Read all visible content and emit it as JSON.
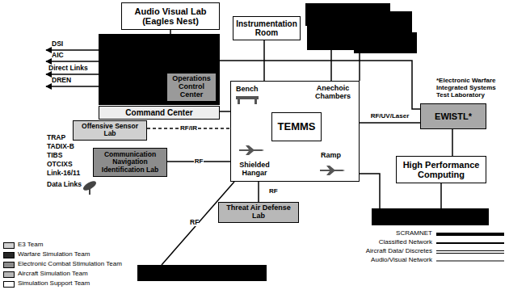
{
  "diagram": {
    "nodes": [
      {
        "text": [
          "Audio Visual Lab (Eagles Nest)"
        ]
      },
      {
        "text": [
          "Instrumentation Room"
        ]
      },
      {
        "text": [
          "Operations Control Center"
        ]
      },
      {
        "text": [
          "Command Center"
        ]
      },
      {
        "text": [
          "Offensive Sensor Lab"
        ]
      },
      {
        "text": [
          "Bench",
          "Anechoic Chambers",
          "Shielded Hangar",
          "Ramp"
        ]
      },
      {
        "text": [
          "TEMMS"
        ],
        "in": 5
      },
      {
        "text": [
          "EWISTL*"
        ]
      },
      {
        "text": [
          "Communication Navigation Identification Lab"
        ]
      },
      {
        "text": [
          "High Performance Computing"
        ]
      },
      {
        "text": [
          "Threat Air Defense Lab"
        ]
      }
    ],
    "edges": [
      {
        "from": 0,
        "to": 2,
        "arrow": "none"
      },
      {
        "from": 1,
        "to": 5,
        "arrow": "none"
      },
      {
        "from": 2,
        "to": 7,
        "arrow": "none"
      },
      {
        "from": 4,
        "to": 5,
        "label": "RF/IR",
        "arrow": "none"
      },
      {
        "from": 8,
        "to": 5,
        "label": "RF",
        "arrow": "none"
      },
      {
        "from": 10,
        "to": 5,
        "label": "RF",
        "arrow": "none"
      },
      {
        "from": 5,
        "to": 7,
        "label": "RF/UV/Laser",
        "arrow": "none"
      },
      {
        "from": 7,
        "to": 9,
        "arrow": "none"
      },
      {
        "from": 3,
        "to": 5,
        "arrow": "none"
      }
    ],
    "labels": [
      "DSI",
      "AIC",
      "Direct Links",
      "DREN",
      "TRAP",
      "TADIX-B",
      "TIBS",
      "OTCIXS",
      "Link-16/11",
      "Data Links",
      "*Electronic Warfare Integrated Systems Test Laboratory",
      "RF"
    ],
    "legend": [
      {
        "text": "E3 Team",
        "color": "#d0d0d0"
      },
      {
        "text": "Warfare Simulation Team",
        "color": "#262626"
      },
      {
        "text": "Electronic Combat Stimulation Team",
        "color": "#8c8c8c"
      },
      {
        "text": "Aircraft Simulation Team",
        "color": "#b8b8b8"
      },
      {
        "text": "Simulation Support Team",
        "color": "#ffffff"
      },
      {
        "text": "SCRAMNET"
      },
      {
        "text": "Classified Network"
      },
      {
        "text": "Aircraft Data/ Discretes"
      },
      {
        "text": "Audio/Visual Network"
      }
    ]
  }
}
